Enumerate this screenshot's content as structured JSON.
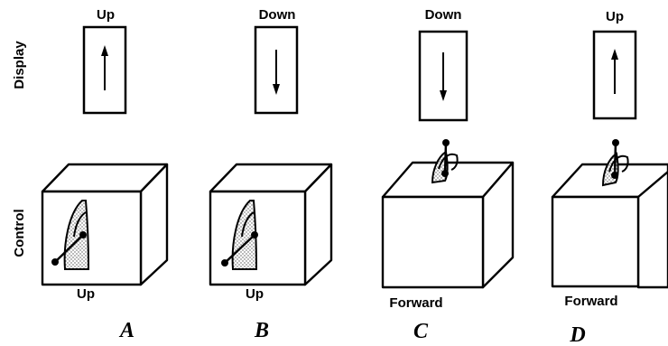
{
  "row_labels": {
    "display": "Display",
    "control": "Control"
  },
  "panels": [
    {
      "letter": "A",
      "display_label": "Up",
      "display_direction": "up",
      "control_label": "Up",
      "control_type": "front-lever"
    },
    {
      "letter": "B",
      "display_label": "Down",
      "display_direction": "down",
      "control_label": "Up",
      "control_type": "front-lever"
    },
    {
      "letter": "C",
      "display_label": "Down",
      "display_direction": "down",
      "control_label": "Forward",
      "control_type": "top-lever"
    },
    {
      "letter": "D",
      "display_label": "Up",
      "display_direction": "up",
      "control_label": "Forward",
      "control_type": "top-lever"
    }
  ]
}
